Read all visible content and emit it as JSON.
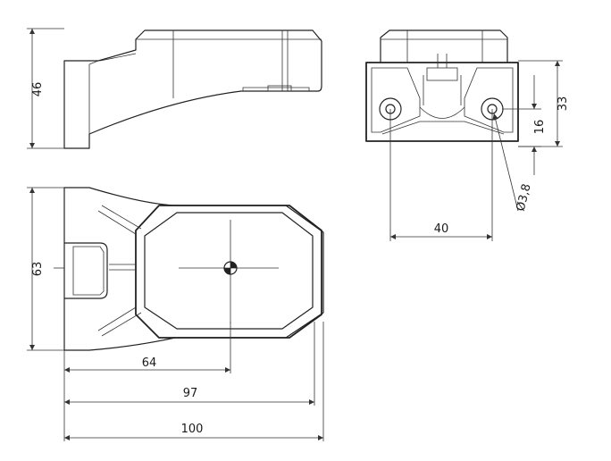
{
  "drawing": {
    "dimensions": {
      "side_height": "46",
      "front_height": "33",
      "hole_center_height": "16",
      "hole_diameter": "Ø3,8",
      "hole_spacing": "40",
      "top_width": "63",
      "center_offset": "64",
      "lamp_length": "97",
      "overall_length": "100"
    }
  }
}
